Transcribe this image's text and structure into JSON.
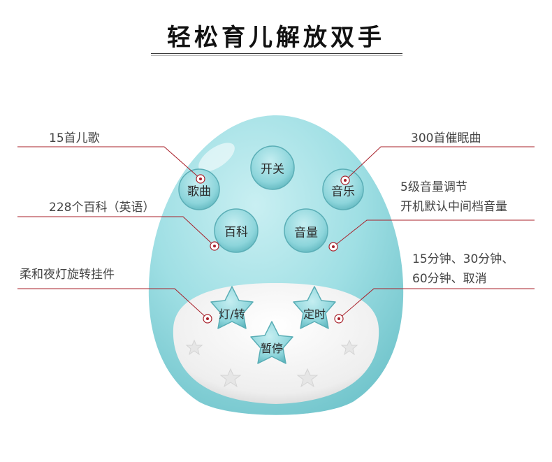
{
  "title": "轻松育儿解放双手",
  "labels": {
    "songs": "15首儿歌",
    "lullabies": "300首催眠曲",
    "encyclopedia": "228个百科（英语）",
    "volume_levels": "5级音量调节",
    "volume_default": "开机默认中间档音量",
    "night_light": "柔和夜灯旋转挂件",
    "timer_options_1": "15分钟、30分钟、",
    "timer_options_2": "60分钟、取消"
  },
  "buttons": {
    "power": "开关",
    "song": "歌曲",
    "music": "音乐",
    "baike": "百科",
    "volume": "音量",
    "light": "灯/转",
    "timer": "定时",
    "pause": "暂停"
  },
  "colors": {
    "egg": "#9fdfe4",
    "button": "#86d0d6",
    "base": "#f2f2f2",
    "leader": "#a8202a"
  }
}
